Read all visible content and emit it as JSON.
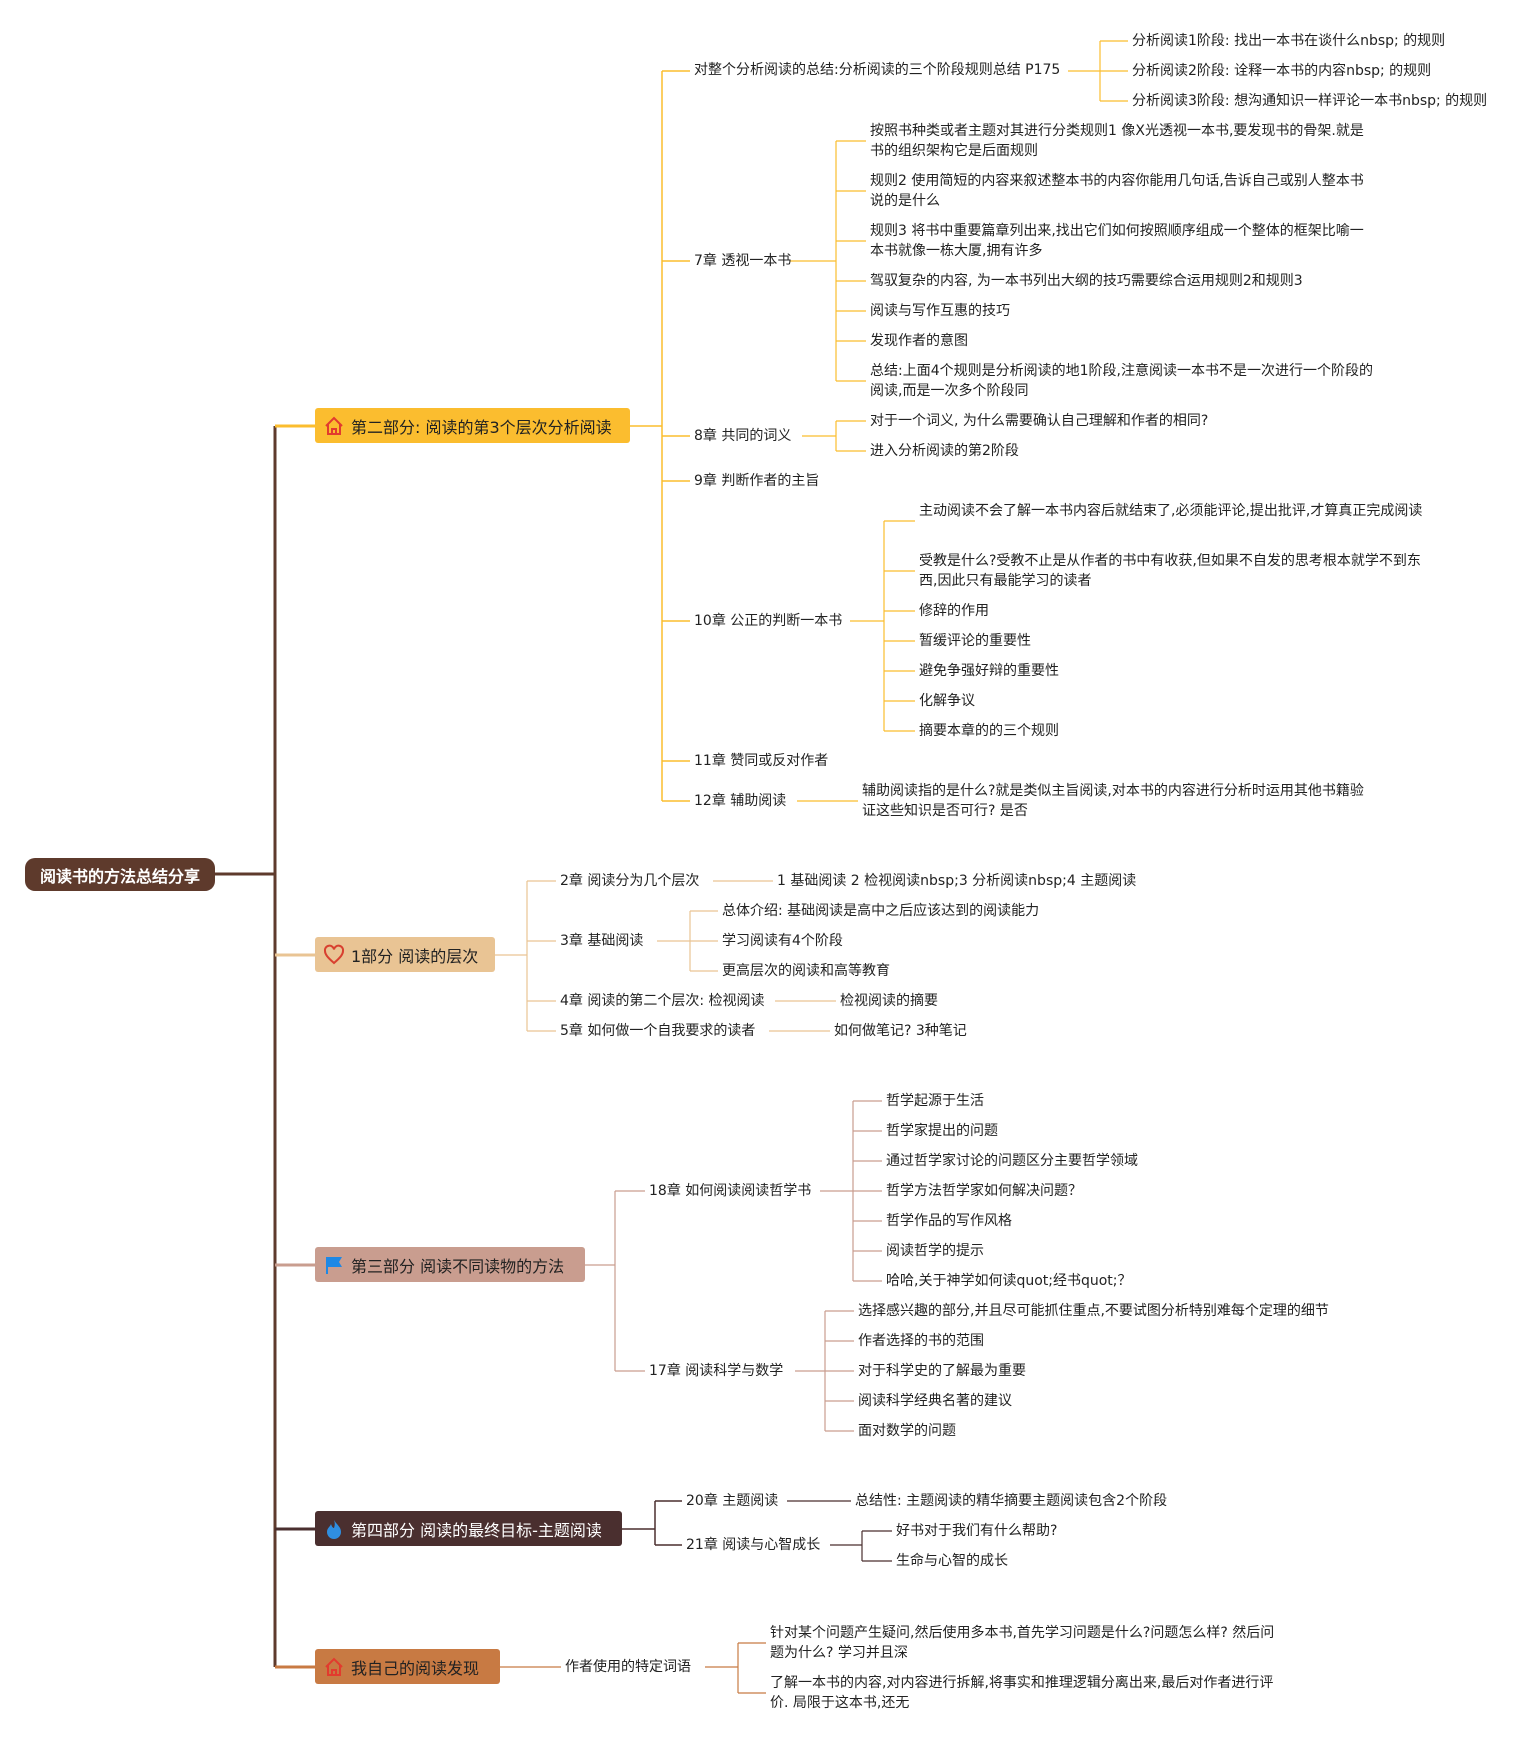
{
  "root": "阅读书的方法总结分享",
  "colors": {
    "root": "#5e3a2c",
    "b1": "#fbbd2f",
    "b2": "#e9c494",
    "b3": "#c99d8f",
    "b4": "#4a2f2f",
    "b5": "#c87a43"
  },
  "icons": {
    "b1": "home-icon",
    "b2": "heart-icon",
    "b3": "flag-icon",
    "b4": "flame-icon",
    "b5": "home-icon"
  },
  "b1": {
    "label": "第二部分: 阅读的第3个层次分析阅读",
    "summary": {
      "label": "对整个分析阅读的总结:分析阅读的三个阶段规则总结 P175",
      "items": [
        "分析阅读1阶段: 找出一本书在谈什么nbsp; 的规则",
        "分析阅读2阶段: 诠释一本书的内容nbsp; 的规则",
        "分析阅读3阶段: 想沟通知识一样评论一本书nbsp; 的规则"
      ]
    },
    "c7": {
      "label": "7章 透视一本书",
      "items": [
        "按照书种类或者主题对其进行分类规则1 像X光透视一本书,要发现书的骨架.就是书的组织架构它是后面规则",
        "规则2 使用简短的内容来叙述整本书的内容你能用几句话,告诉自己或别人整本书说的是什么",
        "规则3 将书中重要篇章列出来,找出它们如何按照顺序组成一个整体的框架比喻一本书就像一栋大厦,拥有许多",
        "驾驭复杂的内容, 为一本书列出大纲的技巧需要综合运用规则2和规则3",
        "阅读与写作互惠的技巧",
        "发现作者的意图",
        "总结:上面4个规则是分析阅读的地1阶段,注意阅读一本书不是一次进行一个阶段的阅读,而是一次多个阶段同"
      ]
    },
    "c8": {
      "label": "8章 共同的词义",
      "items": [
        "对于一个词义, 为什么需要确认自己理解和作者的相同?",
        "进入分析阅读的第2阶段"
      ]
    },
    "c9": "9章 判断作者的主旨",
    "c10": {
      "label": "10章 公正的判断一本书",
      "items": [
        "主动阅读不会了解一本书内容后就结束了,必须能评论,提出批评,才算真正完成阅读",
        "受教是什么?受教不止是从作者的书中有收获,但如果不自发的思考根本就学不到东西,因此只有最能学习的读者",
        "修辞的作用",
        "暂缓评论的重要性",
        "避免争强好辩的重要性",
        "化解争议",
        "摘要本章的的三个规则"
      ]
    },
    "c11": "11章 赞同或反对作者",
    "c12": {
      "label": "12章 辅助阅读",
      "item": "辅助阅读指的是什么?就是类似主旨阅读,对本书的内容进行分析时运用其他书籍验证这些知识是否可行? 是否"
    }
  },
  "b2": {
    "label": "1部分 阅读的层次",
    "c2": {
      "label": "2章 阅读分为几个层次",
      "item": "1 基础阅读 2 检视阅读nbsp;3 分析阅读nbsp;4 主题阅读"
    },
    "c3": {
      "label": "3章 基础阅读",
      "items": [
        "总体介绍: 基础阅读是高中之后应该达到的阅读能力",
        "学习阅读有4个阶段",
        "更高层次的阅读和高等教育"
      ]
    },
    "c4": {
      "label": "4章 阅读的第二个层次: 检视阅读",
      "item": "检视阅读的摘要"
    },
    "c5": {
      "label": "5章 如何做一个自我要求的读者",
      "item": "如何做笔记? 3种笔记"
    }
  },
  "b3": {
    "label": "第三部分 阅读不同读物的方法",
    "c18": {
      "label": "18章 如何阅读阅读哲学书",
      "items": [
        "哲学起源于生活",
        "哲学家提出的问题",
        "通过哲学家讨论的问题区分主要哲学领域",
        "哲学方法哲学家如何解决问题？",
        "哲学作品的写作风格",
        "阅读哲学的提示",
        "哈哈,关于神学如何读quot;经书quot;？"
      ]
    },
    "c17": {
      "label": "17章 阅读科学与数学",
      "items": [
        "选择感兴趣的部分,并且尽可能抓住重点,不要试图分析特别难每个定理的细节",
        "作者选择的书的范围",
        "对于科学史的了解最为重要",
        "阅读科学经典名著的建议",
        "面对数学的问题"
      ]
    }
  },
  "b4": {
    "label": "第四部分 阅读的最终目标-主题阅读",
    "c20": {
      "label": "20章 主题阅读",
      "item": "总结性: 主题阅读的精华摘要主题阅读包含2个阶段"
    },
    "c21": {
      "label": "21章 阅读与心智成长",
      "items": [
        "好书对于我们有什么帮助?",
        "生命与心智的成长"
      ]
    }
  },
  "b5": {
    "label": "我自己的阅读发现",
    "c1": {
      "label": "作者使用的特定词语",
      "items": [
        "针对某个问题产生疑问,然后使用多本书,首先学习问题是什么?问题怎么样? 然后问题为什么? 学习并且深",
        "了解一本书的内容,对内容进行拆解,将事实和推理逻辑分离出来,最后对作者进行评价. 局限于这本书,还无"
      ]
    }
  }
}
